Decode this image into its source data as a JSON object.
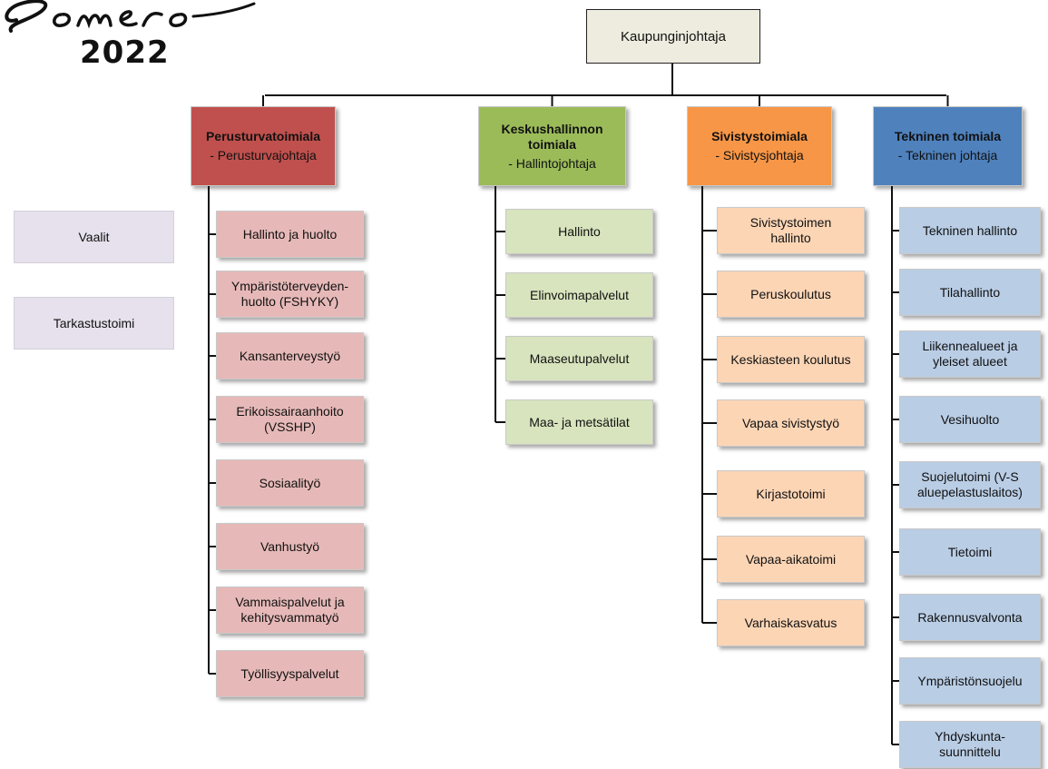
{
  "logo": {
    "script_text": "Somero",
    "year": "2022"
  },
  "colors": {
    "perusturva_head": "#c0504d",
    "perusturva_item": "#e6b9b8",
    "keskus_head": "#9bbb59",
    "keskus_item": "#d7e4bd",
    "sivistys_head": "#f79646",
    "sivistys_item": "#fcd5b5",
    "tekninen_head": "#4f81bd",
    "tekninen_item": "#b9cde5",
    "side_box": "#e6e1ec",
    "mayor_box": "#eeecdf"
  },
  "mayor": "Kaupunginjohtaja",
  "side_boxes": [
    "Vaalit",
    "Tarkastustoimi"
  ],
  "departments": [
    {
      "name": "Perusturvatoimiala",
      "head": "- Perusturvajohtaja",
      "items": [
        "Hallinto ja huolto",
        "Ympäristöterveyden-\nhuolto (FSHYKY)",
        "Kansanterveystyö",
        "Erikoissairaanhoito\n(VSSHP)",
        "Sosiaalityö",
        "Vanhustyö",
        "Vammaispalvelut ja\nkehitysvammatyö",
        "Työllisyyspalvelut"
      ]
    },
    {
      "name": "Keskushallinnon\ntoimiala",
      "head": "- Hallintojohtaja",
      "items": [
        "Hallinto",
        "Elinvoimapalvelut",
        "Maaseutupalvelut",
        "Maa- ja metsätilat"
      ]
    },
    {
      "name": "Sivistystoimiala",
      "head": "- Sivistysjohtaja",
      "items": [
        "Sivistystoimen\nhallinto",
        "Peruskoulutus",
        "Keskiasteen koulutus",
        "Vapaa sivistystyö",
        "Kirjastotoimi",
        "Vapaa-aikatoimi",
        "Varhaiskasvatus"
      ]
    },
    {
      "name": "Tekninen toimiala",
      "head": "- Tekninen johtaja",
      "items": [
        "Tekninen hallinto",
        "Tilahallinto",
        "Liikennealueet ja\nyleiset alueet",
        "Vesihuolto",
        "Suojelutoimi (V-S\naluepelastuslaitos)",
        "Tietoimi",
        "Rakennusvalvonta",
        "Ympäristönsuojelu",
        "Yhdyskunta-\nsuunnittelu"
      ]
    }
  ]
}
